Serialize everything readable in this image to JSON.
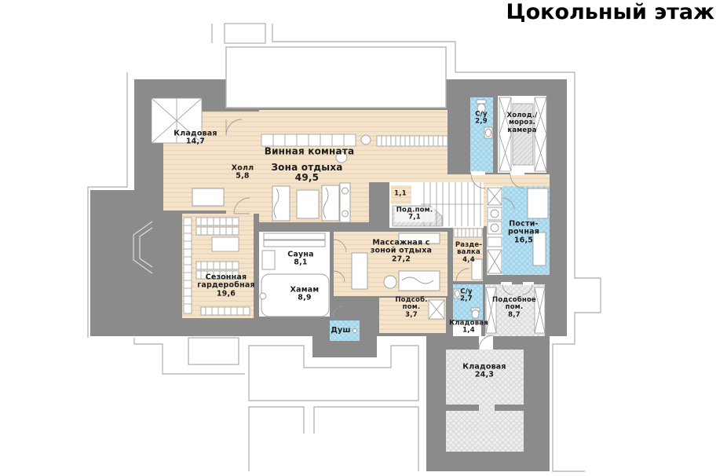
{
  "title": "Цокольный этаж",
  "palette": {
    "wall": "#8b8b8b",
    "wood_floor": "#f6e4ca",
    "wet_room_tile": "#b7e1f3",
    "storage_hatch": "#ededed",
    "upper_floor_outline": "#b9b9b9"
  },
  "rooms": {
    "kladovaya_14_7": {
      "name": "Кладовая",
      "area": "14,7",
      "label": "Кладовая\n14,7"
    },
    "holl": {
      "name": "Холл",
      "area": "5,8",
      "label": "Холл\n5,8"
    },
    "vinnaya": {
      "name": "Винная комната",
      "label": "Винная комната"
    },
    "zona_otdyha": {
      "name": "Зона отдыха",
      "area": "49,5",
      "label": "Зона отдыха\n49,5"
    },
    "su_2_9": {
      "name": "С/у",
      "area": "2,9",
      "label": "С/у\n2,9"
    },
    "holod_kamera": {
      "name": "Холод./мороз. камера",
      "label": "Холод./\nмороз.\nкамера"
    },
    "r_1_1": {
      "name": "1,1",
      "area": "1,1",
      "label": "1,1"
    },
    "pod_pom_7_1": {
      "name": "Под.пом.",
      "area": "7,1",
      "label": "Под.пом.\n7,1"
    },
    "postirochnaya": {
      "name": "Постирочная",
      "area": "16,5",
      "label": "Пости-\nрочная\n16,5"
    },
    "sezonnaya": {
      "name": "Сезонная гардеробная",
      "area": "19,6",
      "label": "Сезонная\nгардеробная\n19,6"
    },
    "sauna": {
      "name": "Сауна",
      "area": "8,1",
      "label": "Сауна\n8,1"
    },
    "hamam": {
      "name": "Хамам",
      "area": "8,9",
      "label": "Хамам\n8,9"
    },
    "massazhnaya": {
      "name": "Массажная с зоной отдыха",
      "area": "27,2",
      "label": "Массажная с\nзоной отдыха\n27,2"
    },
    "razdevalka": {
      "name": "Раздевалка",
      "area": "4,4",
      "label": "Разде-\nвалка\n4,4"
    },
    "su_2_7": {
      "name": "С/у",
      "area": "2,7",
      "label": "С/у\n2,7"
    },
    "dush": {
      "name": "Душ",
      "label": "Душ"
    },
    "kladovaya_1_4": {
      "name": "Кладовая",
      "area": "1,4",
      "label": "Кладовая\n1,4"
    },
    "podsob_3_7": {
      "name": "Подсоб. пом.",
      "area": "3,7",
      "label": "Подсоб.\nпом.\n3,7"
    },
    "podsobnoe_8_7": {
      "name": "Подсобное пом.",
      "area": "8,7",
      "label": "Подсобное\nпом.\n8,7"
    },
    "kladovaya_24_3": {
      "name": "Кладовая",
      "area": "24,3",
      "label": "Кладовая\n24,3"
    }
  }
}
